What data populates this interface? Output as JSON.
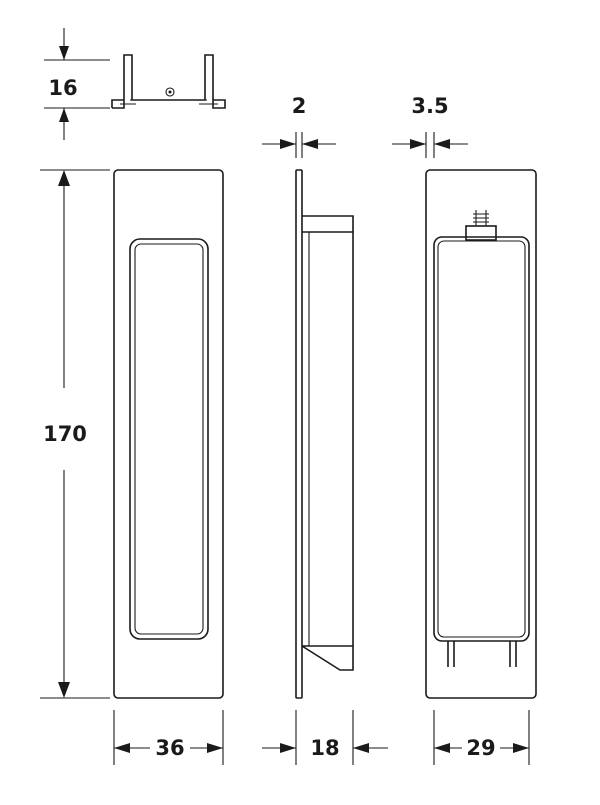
{
  "diagram": {
    "dimensions": {
      "top_height": "16",
      "height": "170",
      "plate_thickness": "2",
      "back_offset": "3.5",
      "front_width": "36",
      "side_depth": "18",
      "back_width": "29"
    }
  }
}
